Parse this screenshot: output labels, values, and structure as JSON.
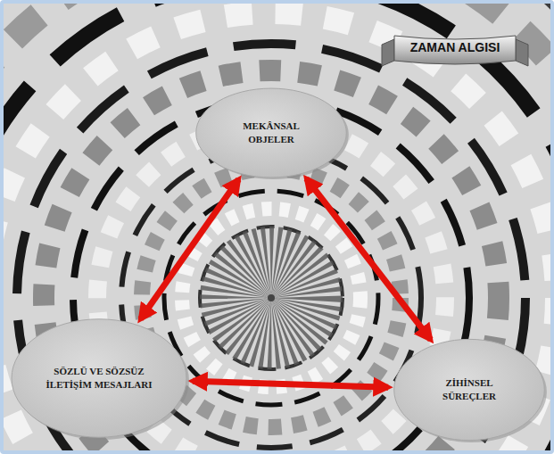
{
  "diagram": {
    "title": "ZAMAN ALGISI",
    "nodes": [
      {
        "text": [
          "MEKÂNSAL OBJELER"
        ]
      },
      {
        "text": [
          "SÖZLÜ VE SÖZSÜZ İLETİŞİM MESAJLARI"
        ]
      },
      {
        "text": [
          "ZİHİNSEL SÜREÇLER"
        ]
      }
    ],
    "edges": [
      {
        "from": 0,
        "to": 1,
        "arrow": "both"
      },
      {
        "from": 0,
        "to": 2,
        "arrow": "both"
      },
      {
        "from": 1,
        "to": 2,
        "arrow": "both"
      }
    ]
  }
}
